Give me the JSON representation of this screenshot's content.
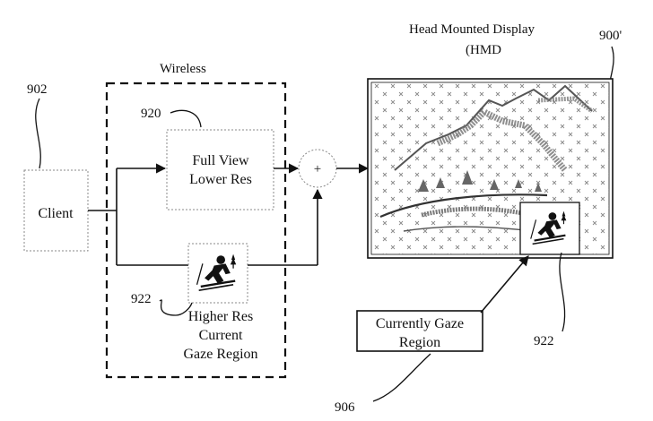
{
  "labels": {
    "hmd_title_line1": "Head Mounted Display",
    "hmd_title_line2": "(HMD",
    "ref_900": "900'",
    "wireless": "Wireless",
    "ref_902": "902",
    "client": "Client",
    "ref_920": "920",
    "full_view_line1": "Full View",
    "full_view_line2": "Lower Res",
    "combiner_symbol": "+",
    "ref_922_left": "922",
    "higher_res_line1": "Higher Res",
    "higher_res_line2": "Current",
    "higher_res_line3": "Gaze Region",
    "gaze_box_line1": "Currently Gaze",
    "gaze_box_line2": "Region",
    "ref_922_right": "922",
    "ref_906": "906"
  },
  "icons": {
    "skier_thumbnail": "skier-icon",
    "hmd_skier_inset": "skier-icon",
    "hmd_scene": "mountain-snow-scene-icon"
  },
  "colors": {
    "line": "#111111",
    "hatch": "#6f6f6f",
    "dots": "#999999",
    "background": "#ffffff"
  }
}
